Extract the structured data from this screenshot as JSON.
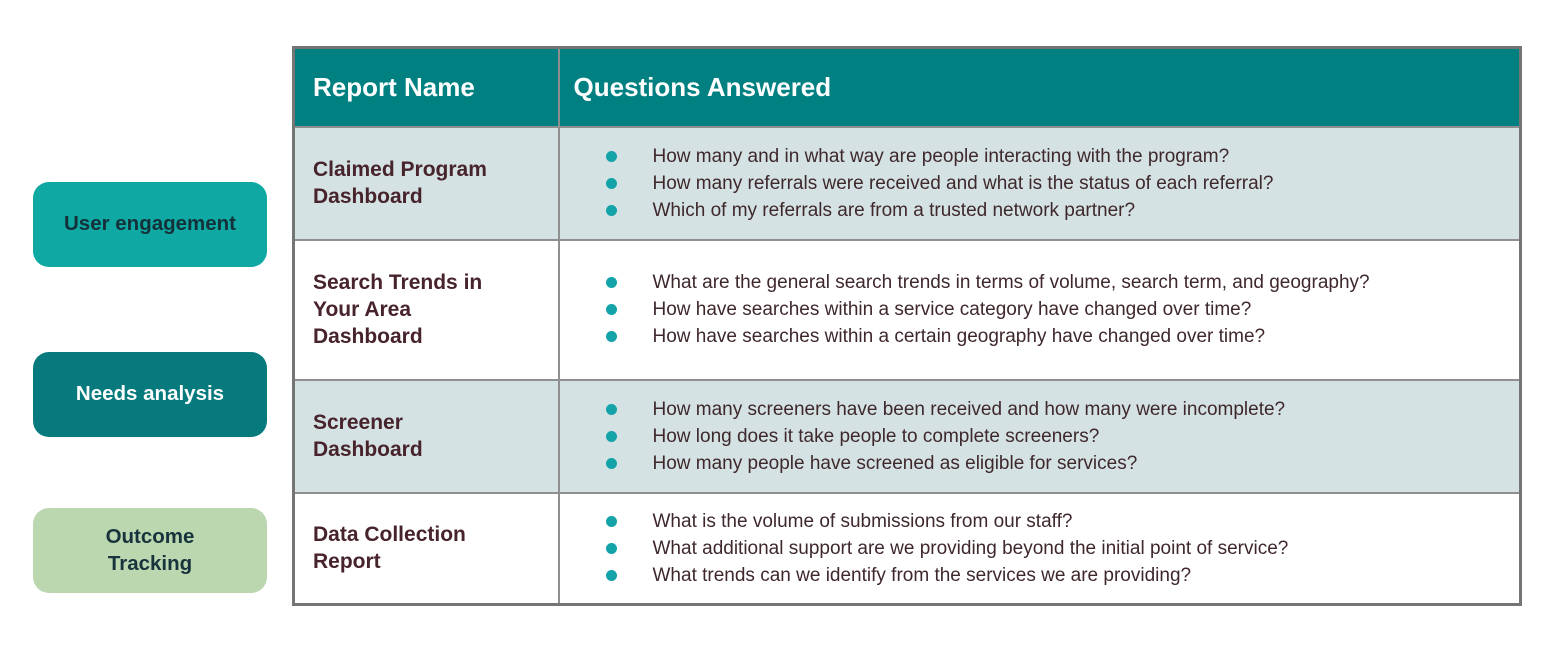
{
  "palette": {
    "header_teal": "#008081",
    "row_shade": "#D5E2E3",
    "bullet_teal": "#14A3A8",
    "badge_user_engagement": "#0FA8A3",
    "badge_needs_analysis": "#077A7E",
    "badge_outcome_tracking": "#BBD7B0",
    "report_name_color": "#47232B",
    "question_text_color": "#3E282C"
  },
  "categories": [
    {
      "label": "User engagement"
    },
    {
      "label": "Needs analysis"
    },
    {
      "label": "Outcome\nTracking"
    }
  ],
  "table": {
    "columns": [
      "Report Name",
      "Questions Answered"
    ],
    "rows": [
      {
        "report": "Claimed Program Dashboard",
        "questions": [
          "How many and in what way are people interacting with the program?",
          "How many referrals were received and what is the status of each referral?",
          "Which of my referrals are from a trusted network partner?"
        ]
      },
      {
        "report": "Search Trends in Your Area Dashboard",
        "questions": [
          "What are the general search trends in terms of volume, search term, and geography?",
          "How have searches within a service category have changed over time?",
          "How have searches within a certain geography have changed over time?"
        ]
      },
      {
        "report": "Screener Dashboard",
        "questions": [
          "How many screeners have been received and how many were incomplete?",
          "How long does it take people to complete screeners?",
          "How many people have screened as eligible for services?"
        ]
      },
      {
        "report": "Data Collection Report",
        "questions": [
          "What is the volume of submissions from our staff?",
          "What additional support are we providing beyond the initial point of service?",
          "What trends can we identify from the services we are providing?"
        ]
      }
    ]
  }
}
